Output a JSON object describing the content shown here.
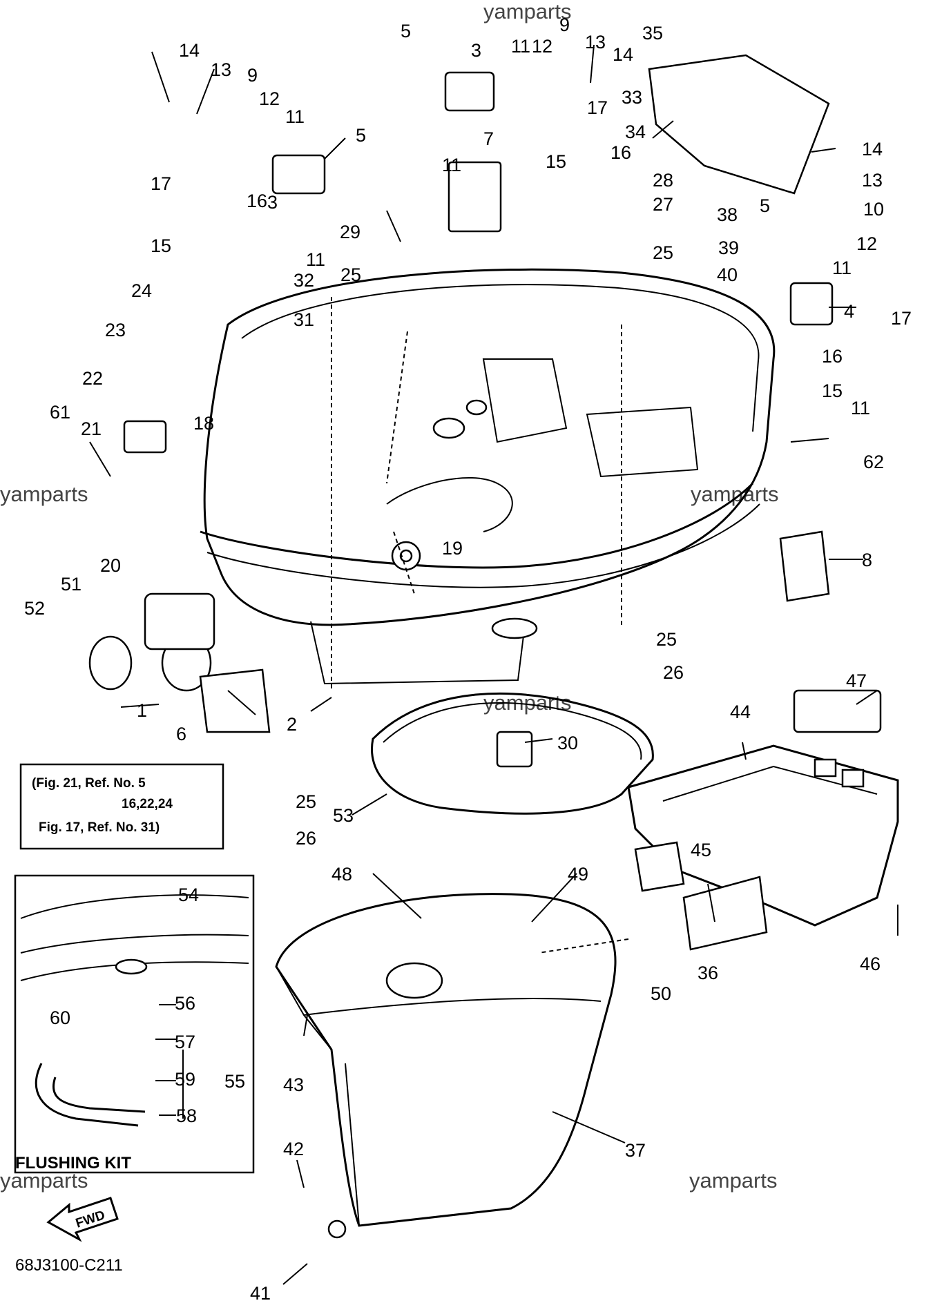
{
  "watermark": "yamparts",
  "diagram_code": "68J3100-C211",
  "flushing_kit_title": "FLUSHING KIT",
  "reference_note": {
    "line1": "(Fig. 21, Ref. No. 5",
    "line2": "16,22,24",
    "line3": "Fig. 17, Ref. No. 31)"
  },
  "fwd_label": "FWD",
  "callouts": [
    "1",
    "2",
    "3",
    "4",
    "5",
    "6",
    "7",
    "8",
    "9",
    "10",
    "11",
    "12",
    "13",
    "14",
    "15",
    "16",
    "17",
    "18",
    "19",
    "20",
    "21",
    "22",
    "23",
    "24",
    "25",
    "26",
    "27",
    "28",
    "29",
    "30",
    "31",
    "32",
    "33",
    "34",
    "35",
    "36",
    "37",
    "38",
    "39",
    "40",
    "41",
    "42",
    "43",
    "44",
    "45",
    "46",
    "47",
    "48",
    "49",
    "50",
    "51",
    "52",
    "53",
    "54",
    "55",
    "56",
    "57",
    "58",
    "59",
    "60",
    "61",
    "62"
  ]
}
